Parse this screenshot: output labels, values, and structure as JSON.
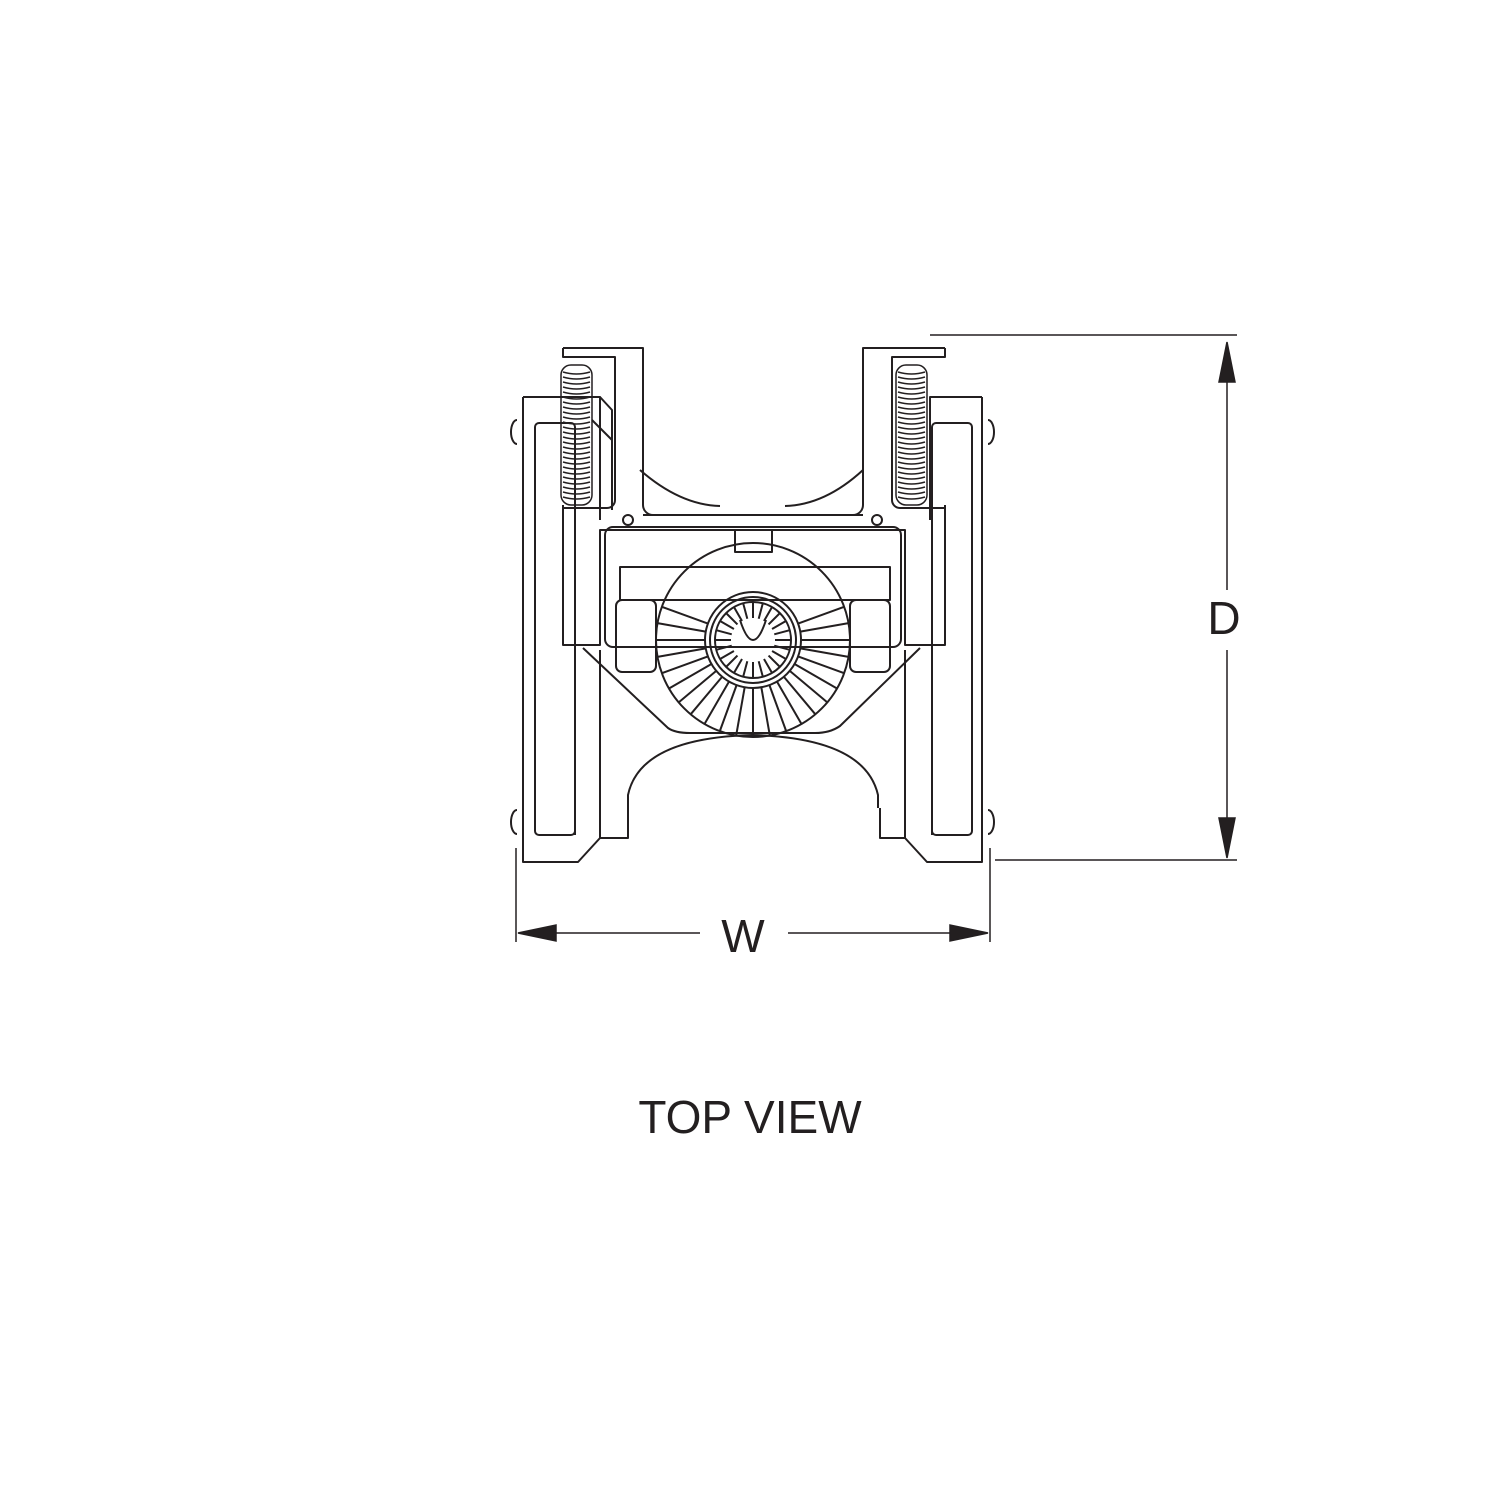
{
  "drawing": {
    "title": "TOP VIEW",
    "dimension_width_label": "W",
    "dimension_depth_label": "D",
    "line_color": "#231f20"
  }
}
